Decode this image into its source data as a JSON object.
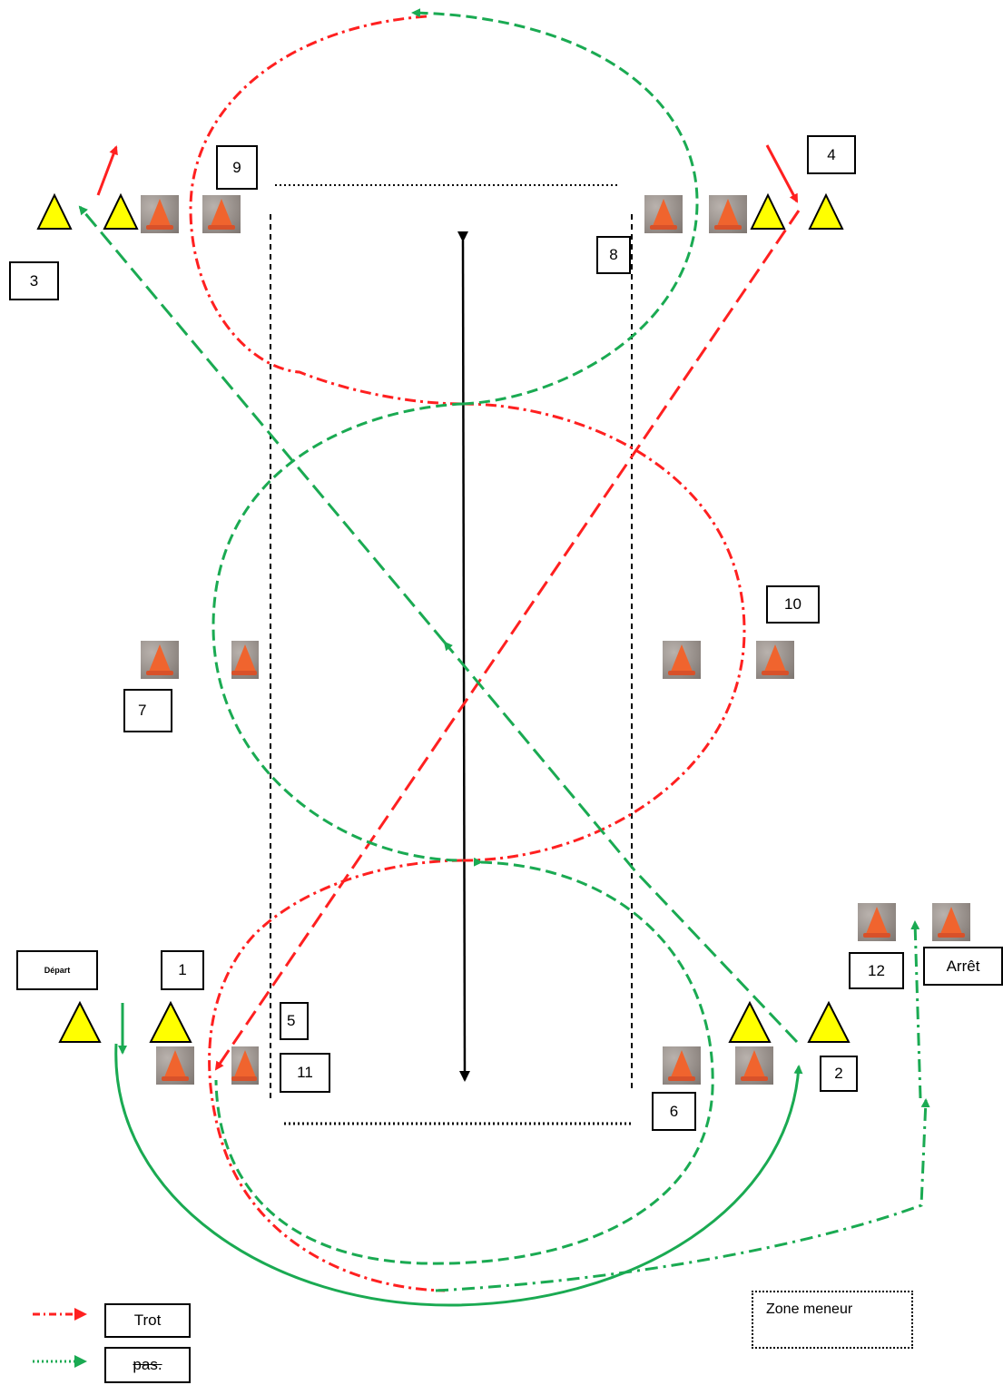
{
  "labels": {
    "depart": "Départ",
    "n1": "1",
    "n2": "2",
    "n3": "3",
    "n4": "4",
    "n5": "5",
    "n6": "6",
    "n7": "7",
    "n8": "8",
    "n9": "9",
    "n10": "10",
    "n11": "11",
    "n12": "12",
    "arret": "Arrêt",
    "zone_meneur": "Zone meneur"
  },
  "legend": {
    "trot": "Trot",
    "pas": "pas."
  },
  "colors": {
    "trot": "#ff2020",
    "pas": "#1aaa52",
    "cone": "#f0642e",
    "triangle": "#ffff00",
    "arrow": "#000000"
  },
  "icons": {
    "cone": "traffic-cone-icon",
    "marker": "yellow-triangle-marker-icon"
  }
}
